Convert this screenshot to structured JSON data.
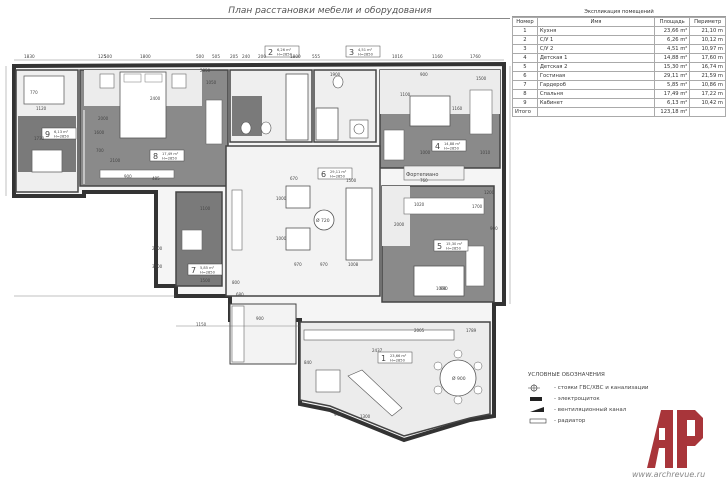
{
  "title": "План расстановки мебели и оборудования",
  "explication": {
    "caption": "Экспликация помещений",
    "headers": [
      "Номер",
      "Имя",
      "Площадь",
      "Периметр"
    ],
    "rows": [
      [
        "1",
        "Кухня",
        "23,66 m²",
        "21,10 m"
      ],
      [
        "2",
        "С/У 1",
        "6,26 m²",
        "10,12 m"
      ],
      [
        "3",
        "С/У 2",
        "4,51 m²",
        "10,97 m"
      ],
      [
        "4",
        "Детская 1",
        "14,88 m²",
        "17,60 m"
      ],
      [
        "5",
        "Детская 2",
        "15,30 m²",
        "16,74 m"
      ],
      [
        "6",
        "Гостиная",
        "29,11 m²",
        "21,59 m"
      ],
      [
        "7",
        "Гардероб",
        "5,85 m²",
        "10,86 m"
      ],
      [
        "8",
        "Спальня",
        "17,49 m²",
        "17,22 m"
      ],
      [
        "9",
        "Кабинет",
        "6,13 m²",
        "10,42 m"
      ]
    ],
    "total_label": "Итого",
    "total_value": "123,18 m²"
  },
  "rooms": [
    {
      "num": "1",
      "area": "23,66 m²",
      "h": "H=2850"
    },
    {
      "num": "2",
      "area": "6,26 m²",
      "h": "H=2850"
    },
    {
      "num": "3",
      "area": "4,51 m²",
      "h": "H=2850"
    },
    {
      "num": "4",
      "area": "14,88 m²",
      "h": "H=2850"
    },
    {
      "num": "5",
      "area": "15,30 m²",
      "h": "H=2850"
    },
    {
      "num": "6",
      "area": "29,11 m²",
      "h": "H=2850"
    },
    {
      "num": "7",
      "area": "5,85 m²",
      "h": "H=2850"
    },
    {
      "num": "8",
      "area": "17,49 m²",
      "h": "H=2850"
    },
    {
      "num": "9",
      "area": "6,13 m²",
      "h": "H=2850"
    }
  ],
  "labels": {
    "fireplace": "Фортепиано",
    "table_d1": "Ø 720",
    "table_d2": "Ø 900"
  },
  "dims": {
    "top": [
      "1830",
      "125",
      "500",
      "1800",
      "500",
      "505",
      "205",
      "240",
      "200",
      "1800",
      "555",
      "1016",
      "1160",
      "1760"
    ],
    "misc": [
      "770",
      "1120",
      "1730",
      "2000",
      "1600",
      "700",
      "2100",
      "900",
      "2400",
      "1050",
      "1100",
      "1160",
      "1000",
      "670",
      "1000",
      "1000",
      "1500",
      "970",
      "970",
      "1008",
      "760",
      "1010",
      "1700",
      "1200",
      "1020",
      "1000",
      "2600",
      "3000",
      "1500",
      "800",
      "1100",
      "485",
      "1150",
      "900",
      "2005",
      "1789",
      "840",
      "2437",
      "940",
      "1300",
      "2850",
      "1900",
      "900",
      "990",
      "900",
      "2000",
      "1500",
      "680"
    ]
  },
  "legend": {
    "heading": "УСЛОВНЫЕ ОБОЗНАЧЕНИЯ",
    "items": [
      "- стояки ГВС/ХВС и канализации",
      "- электрощиток",
      "- вентиляционный канал",
      "- радиатор"
    ]
  },
  "logo": {
    "text": "AP",
    "color": "#a8353a"
  },
  "site": "www.archrevue.ru",
  "colors": {
    "room_fill": "#7a7a7a",
    "wall": "#3a3a3a",
    "floor": "#f3f3f3"
  }
}
